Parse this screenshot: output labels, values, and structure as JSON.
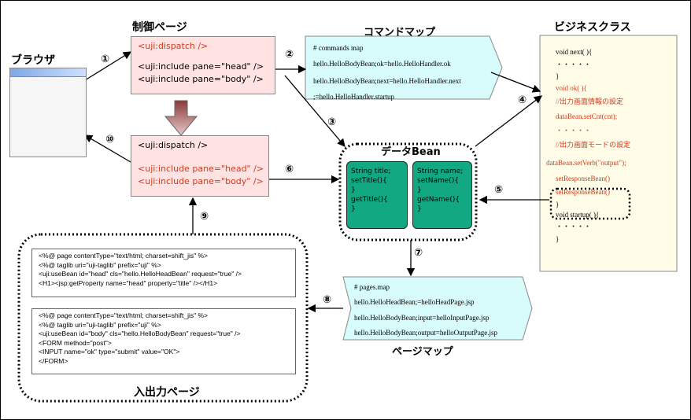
{
  "labels": {
    "browser": "ブラウザ",
    "control_page": "制御ページ",
    "command_map": "コマンドマップ",
    "business_class": "ビジネスクラス",
    "data_bean": "データBean",
    "page_map": "ページマップ",
    "io_page": "入出力ページ"
  },
  "steps": [
    "①",
    "②",
    "③",
    "④",
    "⑤",
    "⑥",
    "⑦",
    "⑧",
    "⑨",
    "⑩"
  ],
  "control_page_lines": [
    "<uji:dispatch />",
    "<uji:include pane=\"head\" />",
    "<uji:include pane=\"body\" />"
  ],
  "control_page2_lines": [
    "<uji:dispatch />",
    "<uji:include pane=\"head\" />",
    "<uji:include pane=\"body\" />"
  ],
  "command_map_lines": [
    "# commands map",
    "hello.HelloBodyBean;ok=hello.HelloHandler.ok",
    "hello.HelloBodyBean;next=hello.HelloHandler.next",
    ";=hello.HelloHandler.startup"
  ],
  "page_map_lines": [
    "# pages.map",
    "hello.HelloHeadBean;=helloHeadPage.jsp",
    "hello.HelloBodyBean;input=helloInputPage.jsp",
    "hello.HelloBodyBean;output=helloOutputPage.jsp"
  ],
  "business_lines": [
    "void next(    ){",
    "  ・・・・・",
    "}",
    "void ok(    ){",
    "  //出力画面情報の設定",
    "  dataBean.setCnt(cnt);",
    "  ・・・・・",
    "  //出力画面モードの設定",
    "dataBean.setVerb(\"output\");",
    "  setResponseBean()",
    "  setResponseBean()",
    "}",
    "void startup(    ){",
    "  ・・・・・",
    "}"
  ],
  "bean_left_lines": [
    "String title;",
    "setTitle(){",
    "}",
    "getTitle(){",
    "}"
  ],
  "bean_right_lines": [
    "String name;",
    "setName(){",
    "}",
    "getName(){",
    "}"
  ],
  "jsp_head_lines": [
    "<%@ page contentType=\"text/html; charset=shift_jis\" %>",
    "<%@ taglib uri=\"uji-taglib\" prefix=\"uji\" %>",
    "<uji:useBean id=\"head\" cls=\"hello.HelloHeadBean\" request=\"true\" />",
    "<H1><jsp:getProperty name=\"head\" property=\"title\" /></H1>"
  ],
  "jsp_body_lines": [
    "<%@ page contentType=\"text/html; charset=shift_jis\" %>",
    "<%@ taglib uri=\"uji-taglib\" prefix=\"uji\" %>",
    "<uji:useBean id=\"body\" cls=\"hello.HelloBodyBean\" request=\"true\" />",
    "<FORM method=\"post\">",
    "<INPUT name=\"ok\" type=\"submit\" value=\"OK\">",
    "</FORM>"
  ],
  "colors": {
    "pink": "#ffe2e2",
    "cyan": "#d8fbfb",
    "cream": "#fffce8",
    "green": "#12a882",
    "red": "#d23a1e"
  }
}
